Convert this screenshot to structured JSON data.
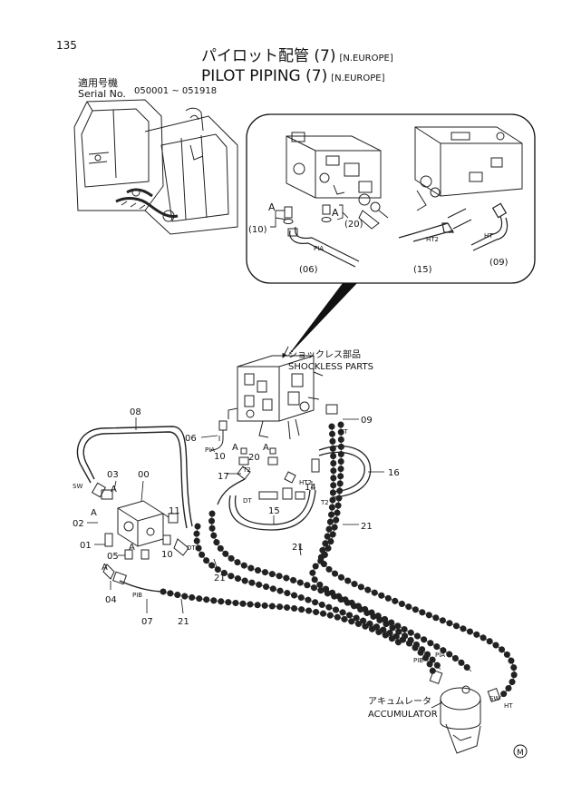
{
  "page": {
    "number": "135",
    "title_jp": "パイロット配管 (7)",
    "title_en": "PILOT PIPING (7)",
    "region": "[N.EUROPE]",
    "serial_label_jp": "適用号機",
    "serial_label_en": "Serial No.",
    "serial_range": "050001 ~ 051918"
  },
  "inset_labels": {
    "a_left": "A",
    "a_right": "A",
    "p10": "(10)",
    "p20": "(20)",
    "p06": "(06)",
    "p15": "(15)",
    "p09": "(09)",
    "pia": "PIA",
    "ht2": "HT2",
    "ht": "HT"
  },
  "notes": {
    "shockless_jp": "ショックレス部品",
    "shockless_en": "SHOCKLESS PARTS",
    "accumulator_jp": "アキュムレータ",
    "accumulator_en": "ACCUMULATOR",
    "m_mark": "M"
  },
  "part_labels": {
    "p08": "08",
    "p09": "09",
    "p06": "06",
    "p10": "10",
    "p20": "20",
    "p16": "16",
    "p17": "17",
    "p14": "14",
    "p15": "15",
    "p21a": "21",
    "p21b": "21",
    "p21c": "21",
    "p21d": "21",
    "p03": "03",
    "p00": "00",
    "p02": "02",
    "p11": "11",
    "p01": "01",
    "p05": "05",
    "p10b": "10",
    "p04": "04",
    "p07": "07"
  },
  "port_labels": {
    "sw_left": "SW",
    "pib_left": "PIB",
    "pia_center": "PIA",
    "ht_right": "HT",
    "ht2_center": "HT2",
    "t2_a": "T2",
    "t2_b": "T2",
    "dt_center": "DT",
    "dt_left": "DT",
    "pib_acc": "PIB",
    "pia_acc": "PIA",
    "sw_acc": "SW",
    "ht_acc": "HT",
    "a1": "A",
    "a2": "A",
    "a3": "A",
    "a4": "A",
    "a5": "A",
    "a6": "A"
  }
}
